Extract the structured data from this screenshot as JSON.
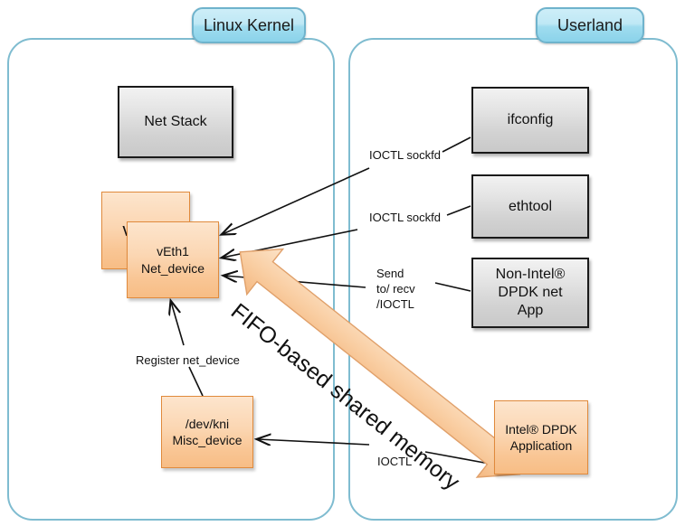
{
  "diagram": {
    "title_visible": false,
    "colors": {
      "pane_border": "#7fbcd0",
      "tab_fill_top": "#cdeef8",
      "tab_fill_bottom": "#8bd3ea",
      "gray_box_fill_top": "#f2f2f2",
      "gray_box_fill_bottom": "#c9c9c9",
      "gray_box_border": "#1a1a1a",
      "orange_fill_top": "#fde5cd",
      "orange_fill_bottom": "#f7bd85",
      "orange_border": "#e08a3c",
      "arrow_stroke": "#111111"
    },
    "panes": [
      {
        "id": "kernel",
        "tab_label": "Linux Kernel"
      },
      {
        "id": "userland",
        "tab_label": "Userland"
      }
    ],
    "kernel_nodes": [
      {
        "id": "net-stack",
        "label": "Net Stack",
        "style": "gray"
      },
      {
        "id": "veth0",
        "label": "vEth0",
        "style": "orange"
      },
      {
        "id": "veth1",
        "label_line1": "vEth1",
        "label_line2": "Net_device",
        "style": "orange"
      },
      {
        "id": "devkni",
        "label_line1": "/dev/kni",
        "label_line2": "Misc_device",
        "style": "orange"
      }
    ],
    "userland_nodes": [
      {
        "id": "ifconfig",
        "label": "ifconfig",
        "style": "gray"
      },
      {
        "id": "ethtool",
        "label": "ethtool",
        "style": "gray"
      },
      {
        "id": "non-intel-dpdk",
        "label_line1": "Non-Intel®",
        "label_line2": "DPDK net",
        "label_line3": "App",
        "style": "gray"
      },
      {
        "id": "intel-dpdk",
        "label_line1": "Intel® DPDK",
        "label_line2": "Application",
        "style": "orange"
      }
    ],
    "edge_labels": [
      {
        "id": "ioctl-sockfd-1",
        "text": "IOCTL sockfd"
      },
      {
        "id": "ioctl-sockfd-2",
        "text": "IOCTL sockfd"
      },
      {
        "id": "send-recv-ioctl",
        "text": "Send\nto/ recv\n/IOCTL"
      },
      {
        "id": "register-net-device",
        "text": "Register net_device"
      },
      {
        "id": "ioctl-bottom",
        "text": "IOCTL"
      }
    ],
    "block_arrow": {
      "id": "fifo-shared-memory",
      "text": "FIFO-based shared memory",
      "direction": "bidirectional"
    }
  }
}
